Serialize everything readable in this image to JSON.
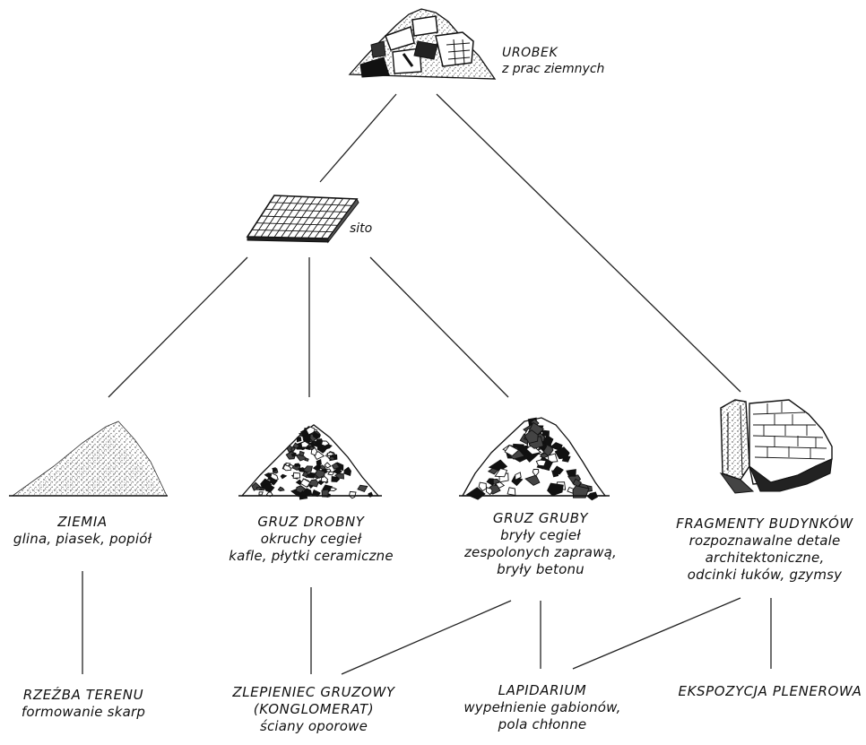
{
  "top": {
    "title": "UROBEK",
    "subtitle": "z prac ziemnych"
  },
  "sieve": {
    "label": "sito"
  },
  "categories": [
    {
      "id": "ziemia",
      "title": "ZIEMIA",
      "lines": [
        "glina, piasek, popiół"
      ]
    },
    {
      "id": "gruz-drobny",
      "title": "GRUZ DROBNY",
      "lines": [
        "okruchy cegieł",
        "kafle, płytki ceramiczne"
      ]
    },
    {
      "id": "gruz-gruby",
      "title": "GRUZ GRUBY",
      "lines": [
        "bryły cegieł",
        "zespolonych zaprawą,",
        "bryły betonu"
      ]
    },
    {
      "id": "fragmenty",
      "title": "FRAGMENTY BUDYNKÓW",
      "lines": [
        "rozpoznawalne detale",
        "architektoniczne,",
        "odcinki łuków, gzymsy"
      ]
    }
  ],
  "uses": [
    {
      "id": "rzezba",
      "title": "RZEŹBA TERENU",
      "lines": [
        "formowanie skarp"
      ]
    },
    {
      "id": "zlepieniec",
      "title": "ZLEPIENIEC GRUZOWY",
      "lines": [
        "(KONGLOMERAT)",
        "ściany oporowe"
      ]
    },
    {
      "id": "lapidarium",
      "title": "LAPIDARIUM",
      "lines": [
        "wypełnienie gabionów,",
        "pola chłonne"
      ]
    },
    {
      "id": "ekspozycja",
      "title": "EKSPOZYCJA PLENEROWA",
      "lines": []
    }
  ]
}
